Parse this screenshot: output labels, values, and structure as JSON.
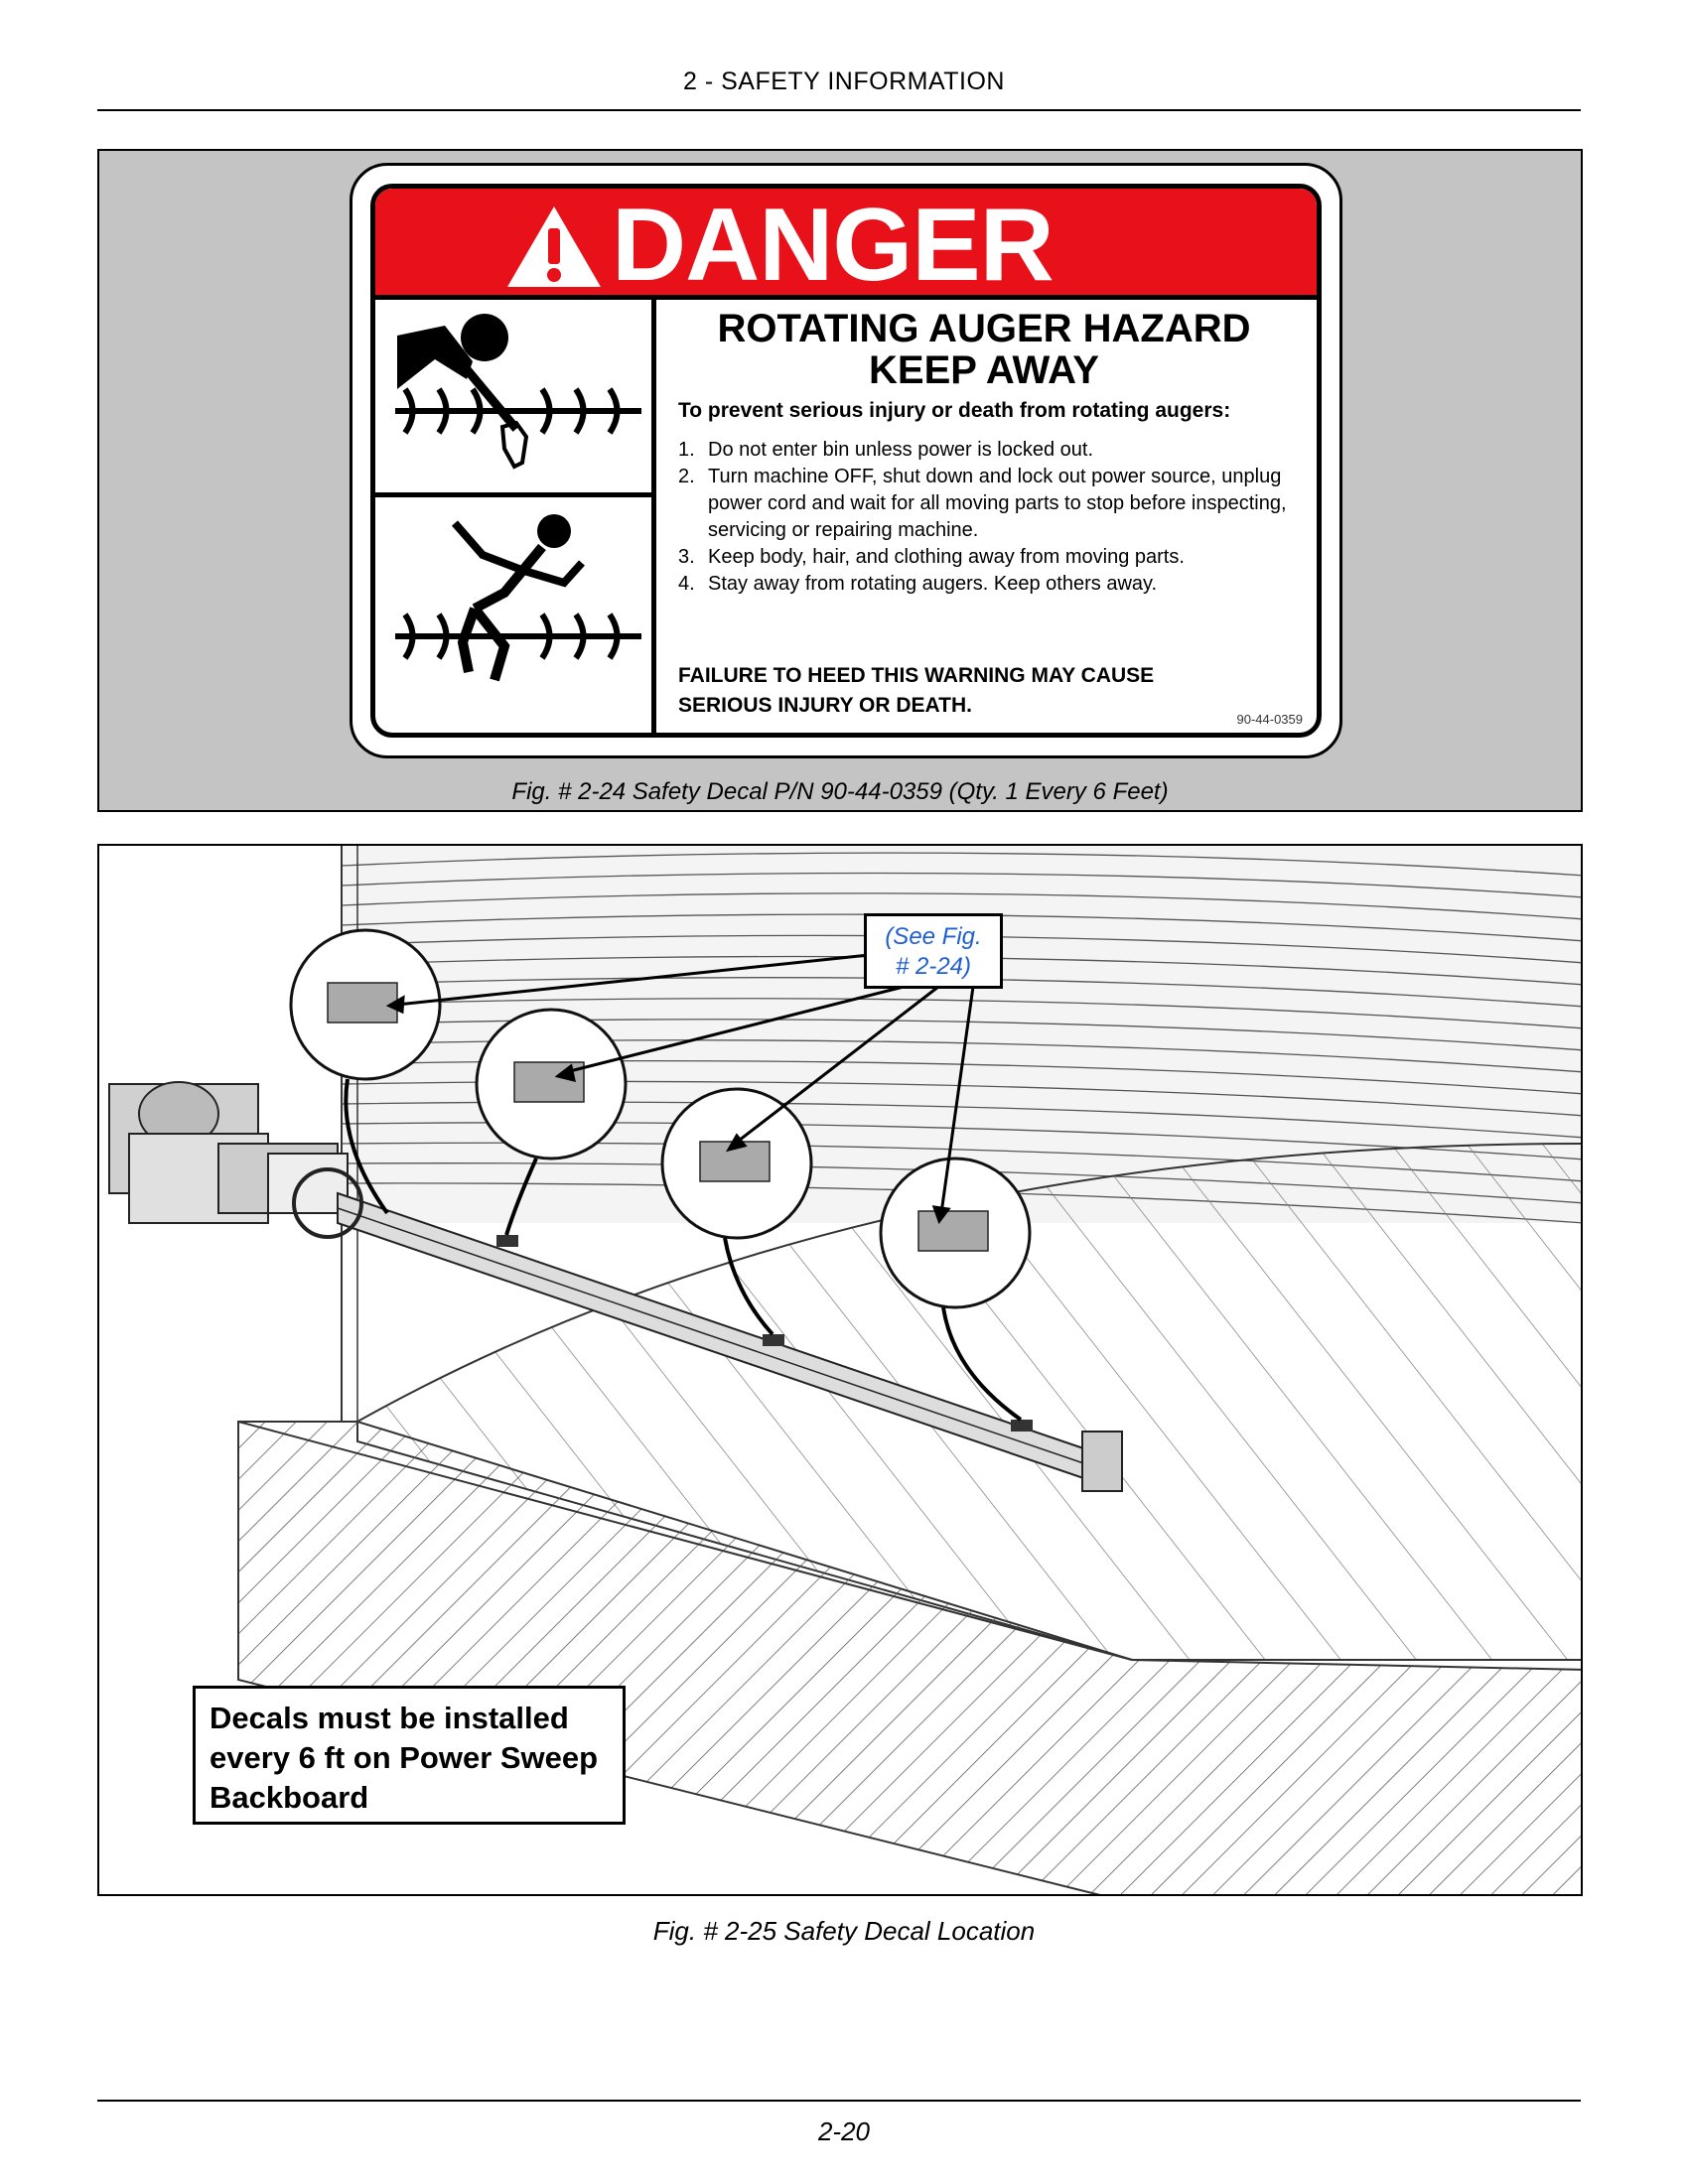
{
  "header": {
    "section_title": "2 - SAFETY INFORMATION"
  },
  "decal": {
    "signal_word": "DANGER",
    "hazard_title_line1": "ROTATING AUGER HAZARD",
    "hazard_title_line2": "KEEP AWAY",
    "prevent_text": "To prevent serious injury or death from rotating augers:",
    "steps": [
      {
        "num": "1.",
        "text": "Do not enter bin unless power is locked out."
      },
      {
        "num": "2.",
        "text": "Turn machine OFF, shut down and lock out power source, unplug power cord and wait for all moving parts to stop before inspecting, servicing or repairing machine."
      },
      {
        "num": "3.",
        "text": "Keep body, hair, and clothing away from moving parts."
      },
      {
        "num": "4.",
        "text": "Stay away from rotating augers. Keep others away."
      }
    ],
    "failure_line1": "FAILURE TO HEED THIS WARNING MAY CAUSE",
    "failure_line2": "SERIOUS INJURY OR DEATH.",
    "part_number": "90-44-0359",
    "colors": {
      "danger_red": "#e8111a",
      "panel_gray": "#c4c4c4"
    }
  },
  "figure_24": {
    "caption": "Fig. # 2-24 Safety Decal P/N 90-44-0359 (Qty. 1 Every 6 Feet)"
  },
  "figure_25": {
    "callout_line1": "(See Fig.",
    "callout_line2": "# 2-24)",
    "callout_color": "#1f5fd1",
    "note": "Decals must be installed every 6 ft on Power Sweep Backboard",
    "caption": "Fig. # 2-25 Safety Decal Location"
  },
  "footer": {
    "page_number": "2-20"
  }
}
